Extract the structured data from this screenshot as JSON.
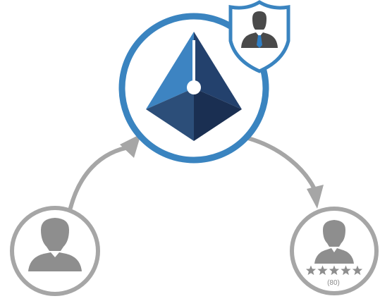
{
  "diagram": {
    "nodes": [
      {
        "id": "source-user",
        "icon": "user-silhouette-icon"
      },
      {
        "id": "central-platform",
        "icon": "pyramid-logo-icon",
        "badge": "shield-user-icon"
      },
      {
        "id": "reviewed-user",
        "icon": "user-silhouette-icon",
        "rating_icon": "five-star-rating-icon"
      }
    ],
    "edges": [
      {
        "from": "source-user",
        "to": "central-platform"
      },
      {
        "from": "central-platform",
        "to": "reviewed-user"
      }
    ],
    "rating": {
      "stars": 5,
      "max_stars": 5,
      "count_label": "(80)"
    },
    "colors": {
      "primary_blue": "#3a84c0",
      "pyramid_dark": "#1f3b64",
      "pyramid_light": "#3d84c2",
      "arrow_gray": "#a6a6a6",
      "silhouette_gray": "#8e8e8e",
      "badge_figure": "#4a4a4a",
      "tie_blue": "#2f7fc5"
    }
  }
}
